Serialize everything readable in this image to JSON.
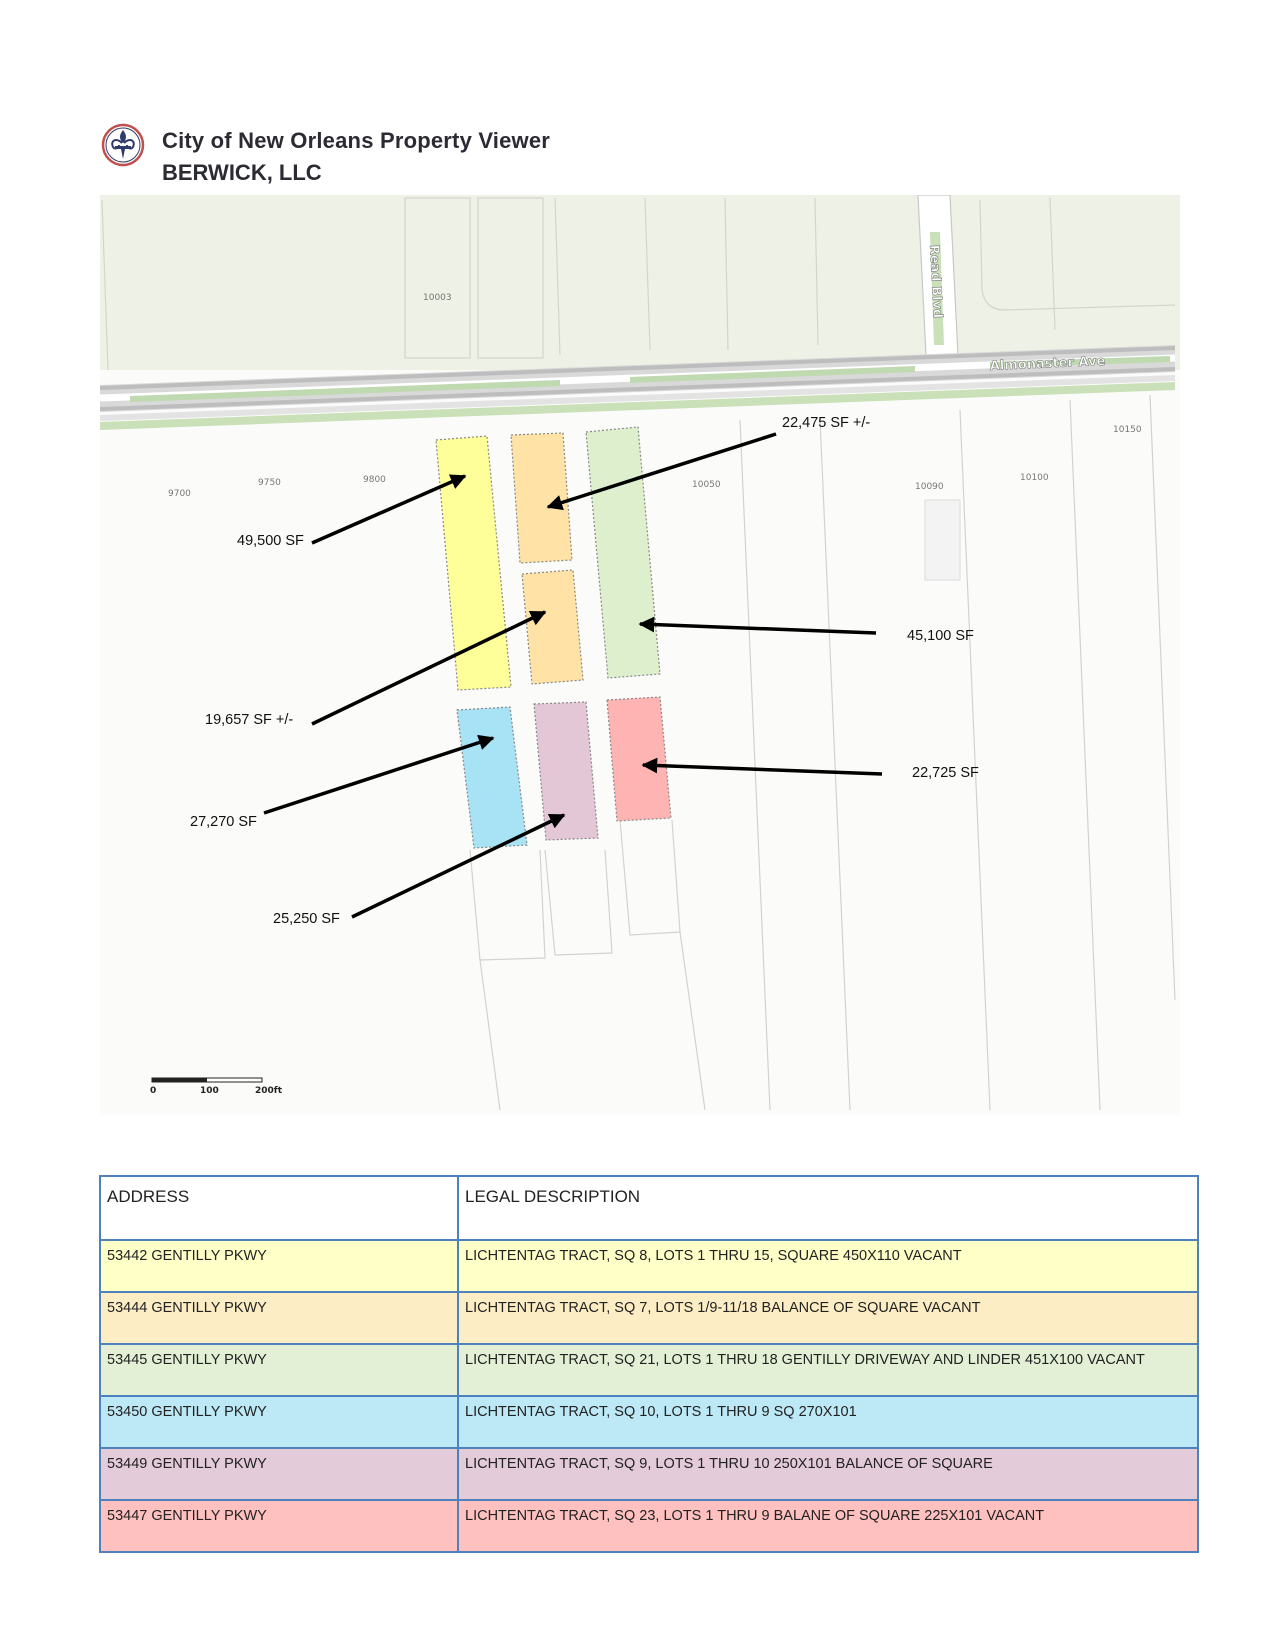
{
  "header": {
    "title": "City of New Orleans Property Viewer",
    "owner": "BERWICK, LLC",
    "logo_icon": "fleur-de-lis-icon"
  },
  "map": {
    "streets": [
      {
        "name": "Almonaster Ave"
      },
      {
        "name": "Read Blvd"
      }
    ],
    "lot_numbers": [
      "10003",
      "9700",
      "9750",
      "9800",
      "10050",
      "10090",
      "10100",
      "10150"
    ],
    "scale_bar": {
      "labels": [
        "0",
        "100",
        "200ft"
      ]
    },
    "parcels": [
      {
        "label": "49,500 SF",
        "color": "#ffff99"
      },
      {
        "label": "22,475 SF +/-",
        "color": "#ffe2a5"
      },
      {
        "label": "19,657 SF +/-",
        "color": "#ffe2a5"
      },
      {
        "label": "45,100 SF",
        "color": "#ddefcc"
      },
      {
        "label": "27,270 SF",
        "color": "#a8e2f5"
      },
      {
        "label": "25,250 SF",
        "color": "#e3c7d6"
      },
      {
        "label": "22,725 SF",
        "color": "#ffb4b4"
      }
    ]
  },
  "table": {
    "headers": [
      "ADDRESS",
      "LEGAL DESCRIPTION"
    ],
    "rows": [
      {
        "address": "53442 GENTILLY PKWY",
        "legal": "LICHTENTAG TRACT, SQ 8, LOTS 1 THRU 15, SQUARE 450X110 VACANT",
        "color": "#ffffc8"
      },
      {
        "address": "53444 GENTILLY PKWY",
        "legal": "LICHTENTAG TRACT, SQ 7, LOTS 1/9-11/18 BALANCE OF SQUARE VACANT",
        "color": "#fdedc4"
      },
      {
        "address": "53445 GENTILLY PKWY",
        "legal": "LICHTENTAG TRACT, SQ 21, LOTS 1 THRU 18 GENTILLY DRIVEWAY AND LINDER 451X100 VACANT",
        "color": "#e3f0d6"
      },
      {
        "address": "53450 GENTILLY PKWY",
        "legal": "LICHTENTAG TRACT, SQ 10, LOTS 1 THRU 9 SQ 270X101",
        "color": "#bde8f6"
      },
      {
        "address": "53449 GENTILLY PKWY",
        "legal": "LICHTENTAG TRACT, SQ 9, LOTS 1 THRU 10  250X101 BALANCE OF SQUARE",
        "color": "#e3cbda"
      },
      {
        "address": "53447 GENTILLY PKWY",
        "legal": "LICHTENTAG TRACT, SQ 23, LOTS 1 THRU 9 BALANE OF SQUARE  225X101 VACANT",
        "color": "#ffc0c0"
      }
    ]
  }
}
